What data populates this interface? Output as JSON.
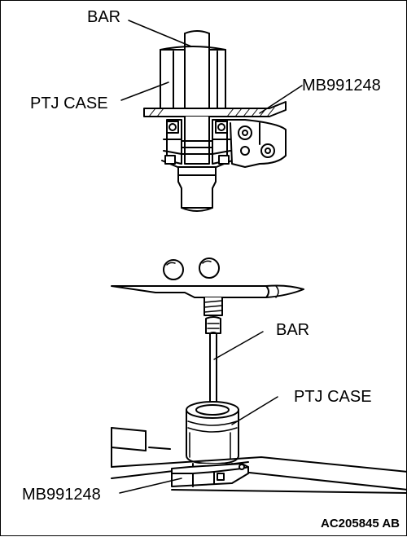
{
  "diagram": {
    "top": {
      "bar_label": "BAR",
      "ptj_case_label": "PTJ CASE",
      "tool_label": "MB991248"
    },
    "bottom": {
      "bar_label": "BAR",
      "ptj_case_label": "PTJ CASE",
      "tool_label": "MB991248"
    },
    "figure_code": "AC205845 AB"
  },
  "colors": {
    "line": "#000000",
    "fill": "#ffffff",
    "shade": "#e6e6e6"
  }
}
